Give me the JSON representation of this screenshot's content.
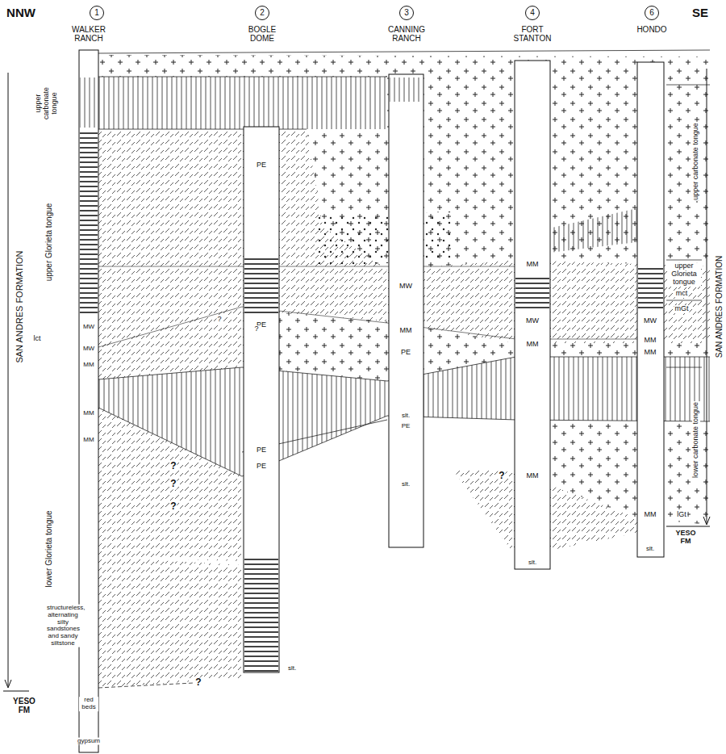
{
  "diagram": {
    "nodes": [
      {
        "text": [
          "1"
        ]
      },
      {
        "text": [
          "2"
        ]
      },
      {
        "text": [
          "3"
        ]
      },
      {
        "text": [
          "4"
        ]
      },
      {
        "text": [
          "6"
        ]
      }
    ],
    "labels": [
      "NNW",
      "SE",
      "WALKER RANCH",
      "BOGLE DOME",
      "CANNING RANCH",
      "FORT STANTON",
      "HONDO",
      "SAN ANDRES FORMATION",
      "upper carbonate tongue",
      "upper Glorieta tongue",
      "lct",
      "lower Glorieta tongue",
      "structureless, alternating silty sandstones and sandy siltstone",
      "YESO FM",
      "red beds",
      "gypsum",
      "SAN ANDRES FORMATION",
      "upper carbonate tongue",
      "upper Glorieta tongue",
      "mct",
      "mGt",
      "lower carbonate tongue",
      "lGt",
      "YESO FM",
      "MW",
      "MW",
      "MM",
      "MM",
      "MM",
      "PE",
      "PE",
      "PE",
      "PE",
      "slt.",
      "MW",
      "MM",
      "PE",
      "slt.",
      "PE",
      "slt.",
      "MM",
      "MW",
      "MM",
      "MM",
      "slt.",
      "MW",
      "MM",
      "MM",
      "MM",
      "slt.",
      "?",
      "?",
      "?",
      "?",
      "?",
      "?",
      "?"
    ]
  }
}
